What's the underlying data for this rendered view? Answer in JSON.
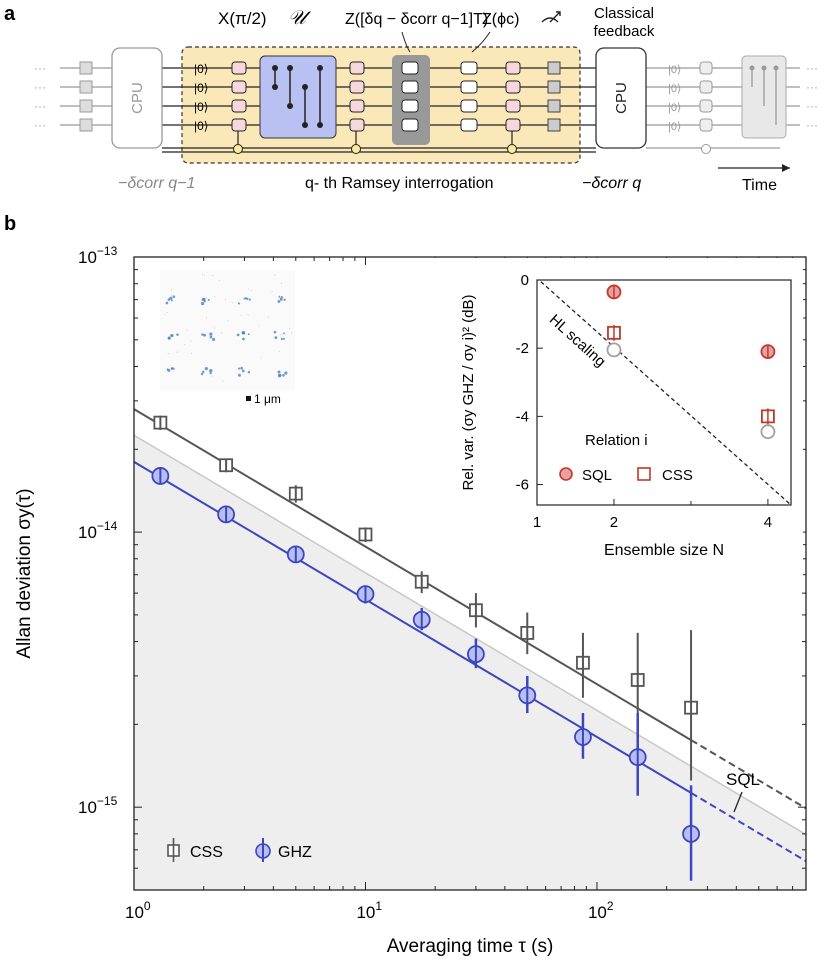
{
  "panel_a": {
    "label": "a",
    "gate_x": "X(π/2)",
    "gate_u": "𝒰",
    "gate_z_corr": "Z([δq − δcorr q−1]T)",
    "gate_z_phi": "Z(ϕc)",
    "classical_feedback_line1": "Classical",
    "classical_feedback_line2": "feedback",
    "cpu_left": "CPU",
    "cpu_right": "CPU",
    "ket": "|0⟩",
    "dots": "···",
    "delta_left": "−δcorr q−1",
    "delta_right": "−δcorr q",
    "ramsey_caption": "q- th Ramsey interrogation",
    "time_label": "Time"
  },
  "panel_b": {
    "label": "b",
    "microscope_scale": "1 μm",
    "sql_label": "SQL",
    "legend": [
      {
        "name": "CSS",
        "marker": "square",
        "color": "#555555"
      },
      {
        "name": "GHZ",
        "marker": "circle",
        "color": "#3b46c0"
      }
    ]
  },
  "colors": {
    "css": "#555555",
    "ghz": "#3b46c0",
    "ghz_fill": "#b8bef0",
    "sql_line": "#c8c8c8",
    "shade": "#eeeeee",
    "inset_red": "#c0392b",
    "inset_gray": "#a0a0a0",
    "box_yellow": "#fbe8b8",
    "gate_pink": "#f6d8dc",
    "entangler_blue": "#b9c0f2"
  },
  "chart_data": [
    {
      "type": "scatter",
      "xlabel": "Averaging time τ (s)",
      "ylabel": "Allan deviation σy(τ)",
      "xscale": "log",
      "yscale": "log",
      "xlim": [
        1,
        800
      ],
      "ylim": [
        5e-16,
        1e-13
      ],
      "x_ticks": [
        "10^0",
        "10^1",
        "10^2"
      ],
      "y_ticks": [
        "10^−15",
        "10^−14",
        "10^−13"
      ],
      "series": [
        {
          "name": "CSS",
          "x": [
            1.3,
            2.5,
            5,
            10,
            17.5,
            30,
            50,
            87,
            150,
            255
          ],
          "y": [
            2.5e-14,
            1.75e-14,
            1.38e-14,
            9.8e-15,
            6.6e-15,
            5.2e-15,
            4.3e-15,
            3.35e-15,
            2.9e-15,
            2.3e-15
          ],
          "err_lo": [
            2.35e-14,
            1.65e-14,
            1.28e-14,
            9.2e-15,
            6e-15,
            4.5e-15,
            3.6e-15,
            2.5e-15,
            1.8e-15,
            1.25e-15
          ],
          "err_hi": [
            2.65e-14,
            1.85e-14,
            1.48e-14,
            1.04e-14,
            7.2e-15,
            6e-15,
            5.1e-15,
            4.3e-15,
            4.3e-15,
            4.4e-15
          ]
        },
        {
          "name": "GHZ",
          "x": [
            1.3,
            2.5,
            5,
            10,
            17.5,
            30,
            50,
            87,
            150,
            255
          ],
          "y": [
            1.6e-14,
            1.16e-14,
            8.3e-15,
            5.95e-15,
            4.8e-15,
            3.6e-15,
            2.55e-15,
            1.8e-15,
            1.52e-15,
            8e-16
          ],
          "err_lo": [
            1.52e-14,
            1.1e-14,
            7.8e-15,
            5.5e-15,
            4.4e-15,
            3.2e-15,
            2.2e-15,
            1.5e-15,
            1.1e-15,
            5.4e-16
          ],
          "err_hi": [
            1.68e-14,
            1.22e-14,
            8.8e-15,
            6.4e-15,
            5.3e-15,
            4.1e-15,
            3e-15,
            2.2e-15,
            2.2e-15,
            1.2e-15
          ]
        }
      ],
      "fits": [
        {
          "name": "CSS fit",
          "y_at_1": 2.8e-14,
          "slope": -0.5
        },
        {
          "name": "GHZ fit",
          "y_at_1": 1.8e-14,
          "slope": -0.5
        },
        {
          "name": "SQL",
          "y_at_1": 2.25e-14,
          "slope": -0.5
        }
      ]
    },
    {
      "type": "scatter",
      "xlabel": "Ensemble size N",
      "ylabel": "Rel. var. (σy GHZ / σy i)² (dB)",
      "xlim": [
        1,
        4.3
      ],
      "ylim": [
        -6.6,
        0
      ],
      "x_ticks": [
        1,
        2,
        4
      ],
      "y_ticks": [
        0,
        -2,
        -4,
        -6
      ],
      "annotation": "HL scaling",
      "legend_title": "Relation i",
      "series": [
        {
          "name": "SQL",
          "marker": "circle",
          "x": [
            2,
            4
          ],
          "y": [
            -0.35,
            -2.1
          ]
        },
        {
          "name": "CSS",
          "marker": "square",
          "x": [
            2,
            4
          ],
          "y": [
            -1.55,
            -4.0
          ]
        },
        {
          "name": "",
          "marker": "circle-gray",
          "x": [
            2,
            4
          ],
          "y": [
            -2.05,
            -4.45
          ]
        }
      ]
    }
  ]
}
